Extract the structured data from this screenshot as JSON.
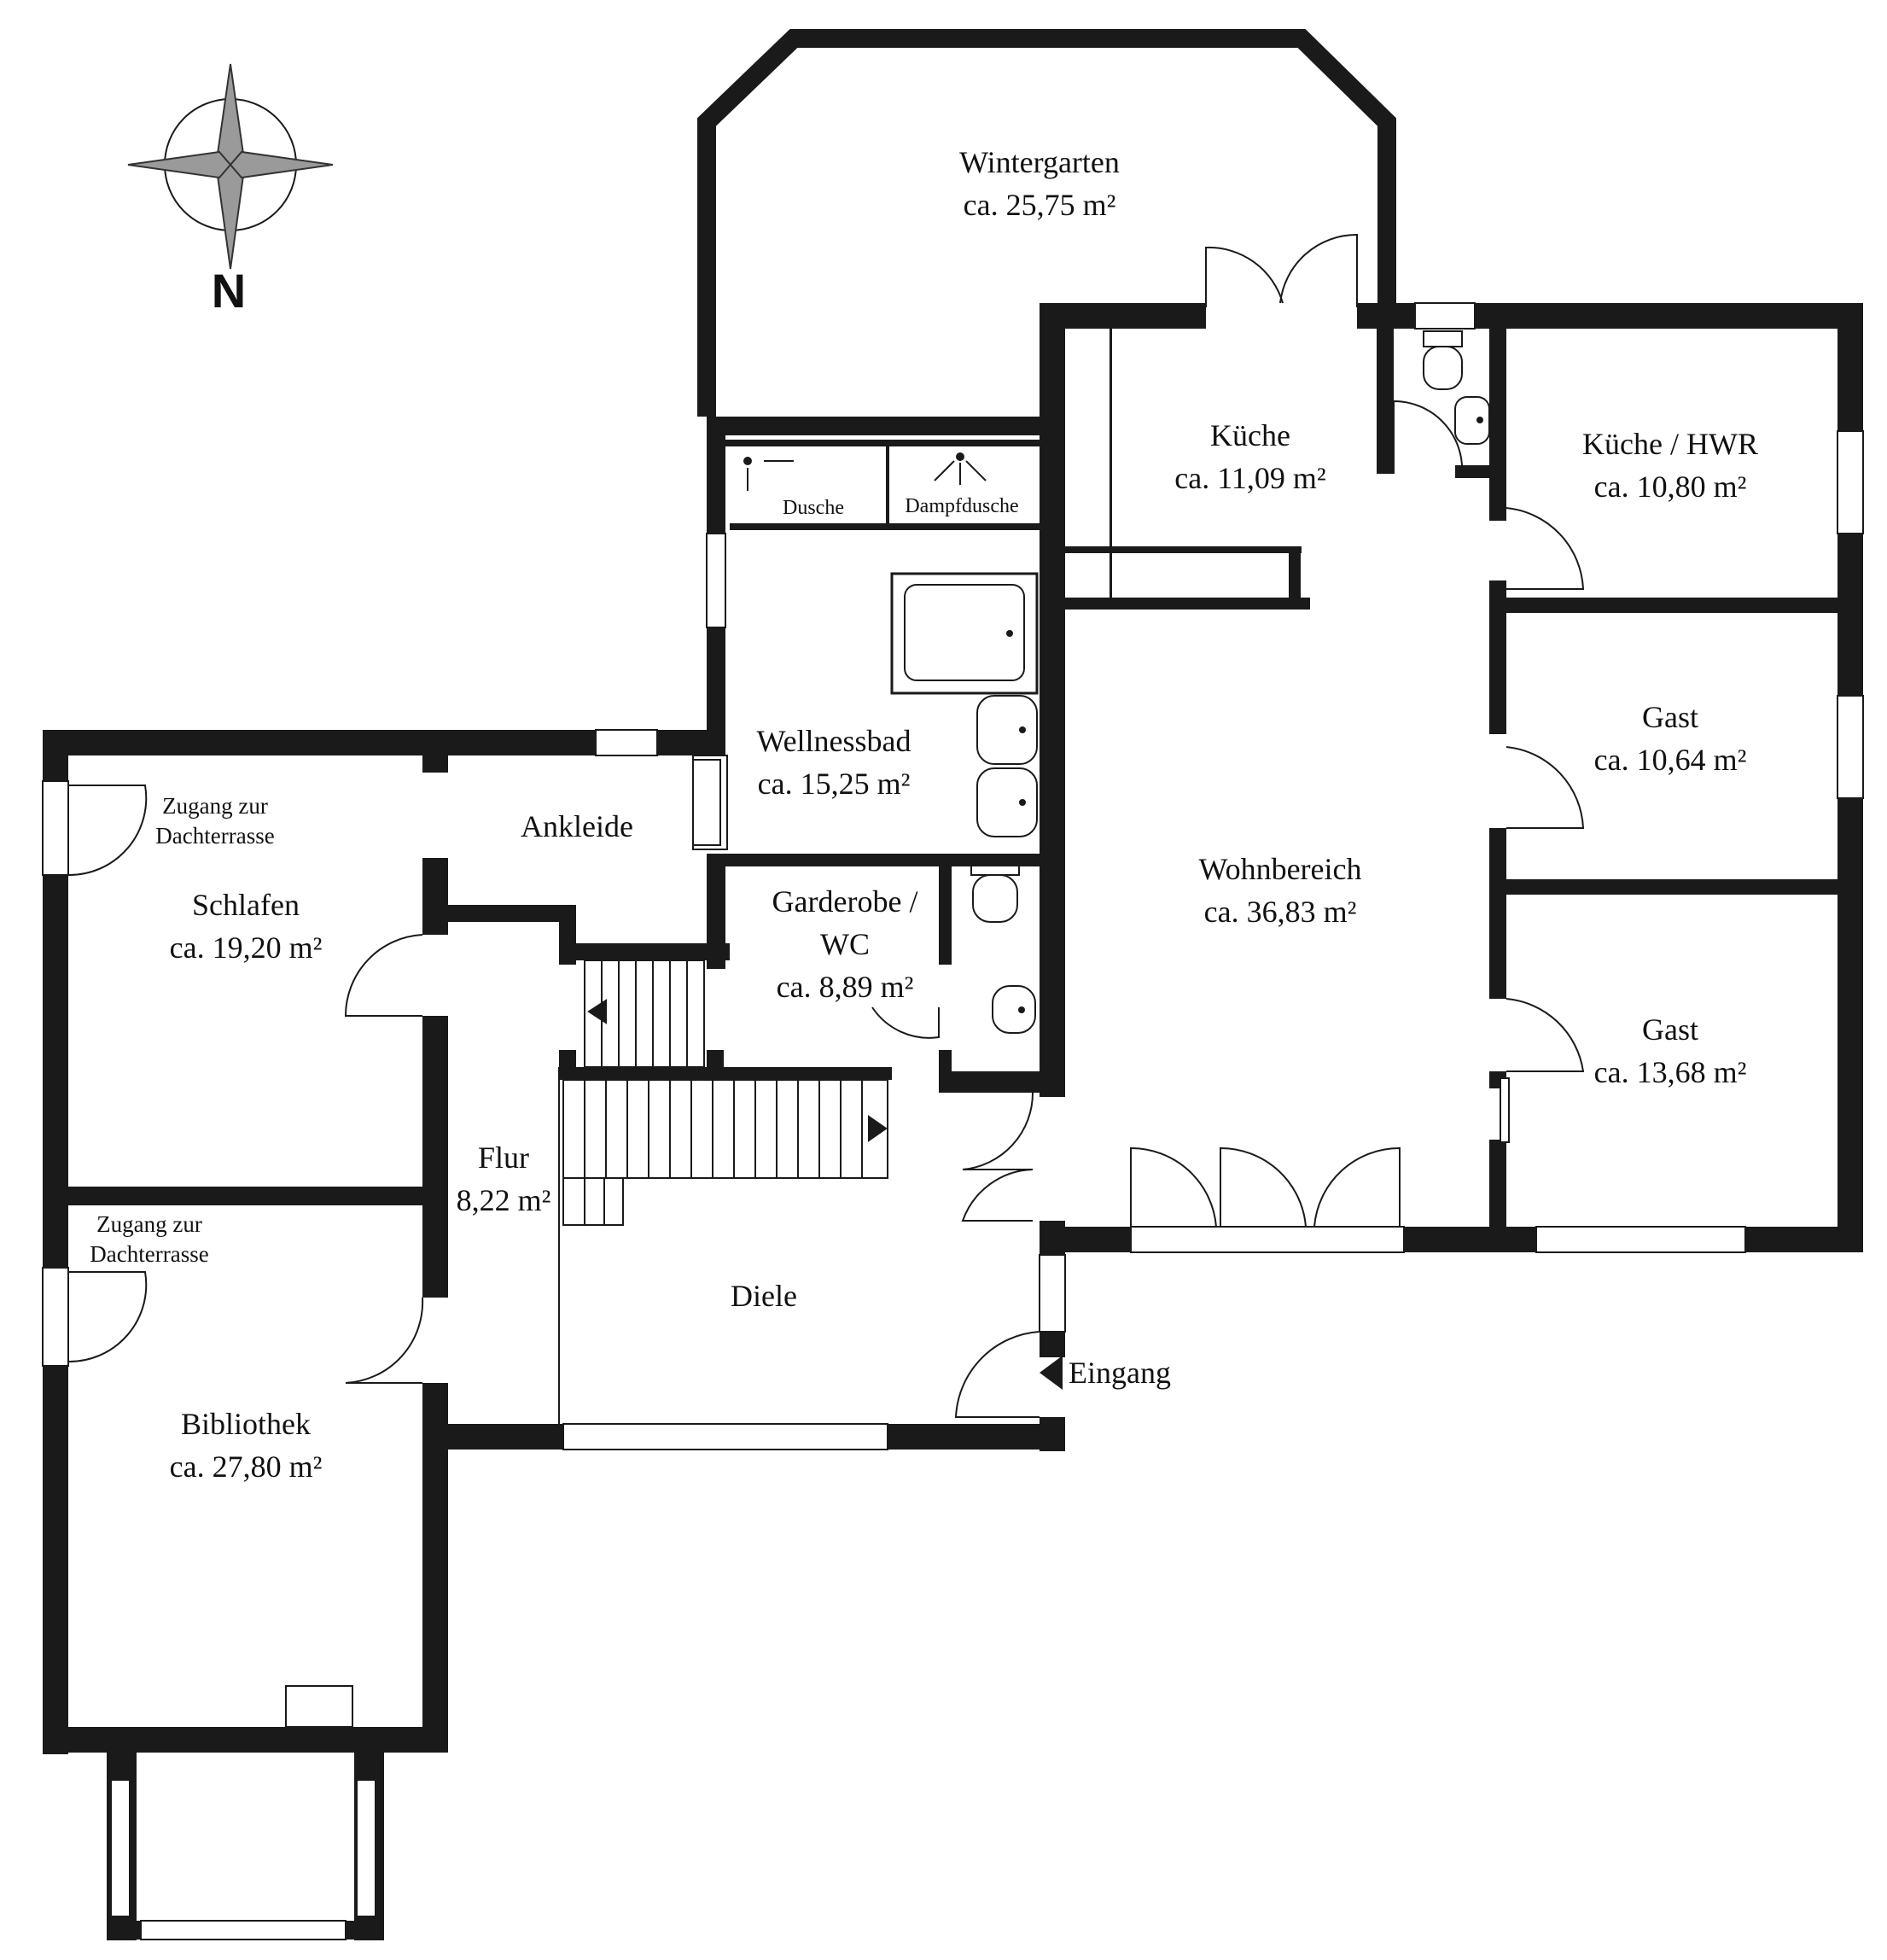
{
  "compass": {
    "north_label": "N",
    "icon": "compass-rose-icon"
  },
  "rooms": {
    "wintergarten": {
      "name": "Wintergarten",
      "area": "ca. 25,75 m²"
    },
    "kueche": {
      "name": "Küche",
      "area": "ca. 11,09 m²"
    },
    "kueche_hwr": {
      "name": "Küche / HWR",
      "area": "ca. 10,80 m²"
    },
    "gast1": {
      "name": "Gast",
      "area": "ca. 10,64 m²"
    },
    "gast2": {
      "name": "Gast",
      "area": "ca. 13,68 m²"
    },
    "wohnbereich": {
      "name": "Wohnbereich",
      "area": "ca. 36,83 m²"
    },
    "wellnessbad": {
      "name": "Wellnessbad",
      "area": "ca. 15,25 m²"
    },
    "garderobe": {
      "name_line1": "Garderobe /",
      "name_line2": "WC",
      "area": "ca. 8,89 m²"
    },
    "ankleide": {
      "name": "Ankleide"
    },
    "schlafen": {
      "name": "Schlafen",
      "area": "ca. 19,20 m²"
    },
    "flur": {
      "name": "Flur",
      "area": "8,22 m²"
    },
    "diele": {
      "name": "Diele"
    },
    "bibliothek": {
      "name": "Bibliothek",
      "area": "ca. 27,80 m²"
    }
  },
  "fixtures": {
    "dusche": "Dusche",
    "dampfdusche": "Dampfdusche"
  },
  "notes": {
    "zugang1_line1": "Zugang zur",
    "zugang1_line2": "Dachterrasse",
    "zugang2_line1": "Zugang zur",
    "zugang2_line2": "Dachterrasse"
  },
  "entrance": {
    "label": "Eingang",
    "icon": "entrance-arrow-icon"
  }
}
